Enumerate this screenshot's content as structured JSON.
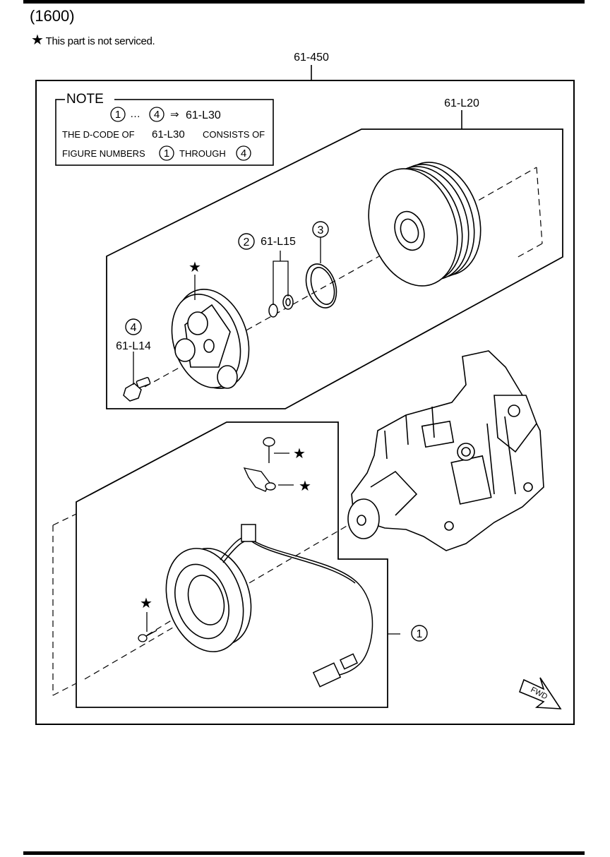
{
  "header": {
    "group_code": "(1600)",
    "legend_star": "★",
    "legend_text": "This part is not serviced."
  },
  "diagram": {
    "assembly_label": "61-450",
    "clutch_label": "61-L20",
    "note": {
      "title": "NOTE",
      "range_from": "1",
      "range_sep": "…",
      "range_to": "4",
      "arrow": "⇒",
      "range_code": "61-L30",
      "line2_a": "THE D-CODE OF",
      "line2_code": "61-L30",
      "line2_b": "CONSISTS OF",
      "line3_a": "FIGURE NUMBERS",
      "line3_from": "1",
      "line3_mid": "THROUGH",
      "line3_to": "4"
    },
    "callouts": [
      {
        "num": "1",
        "code": ""
      },
      {
        "num": "2",
        "code": "61-L15"
      },
      {
        "num": "3",
        "code": ""
      },
      {
        "num": "4",
        "code": "61-L14"
      }
    ],
    "star": "★",
    "fwd": "FWD"
  }
}
